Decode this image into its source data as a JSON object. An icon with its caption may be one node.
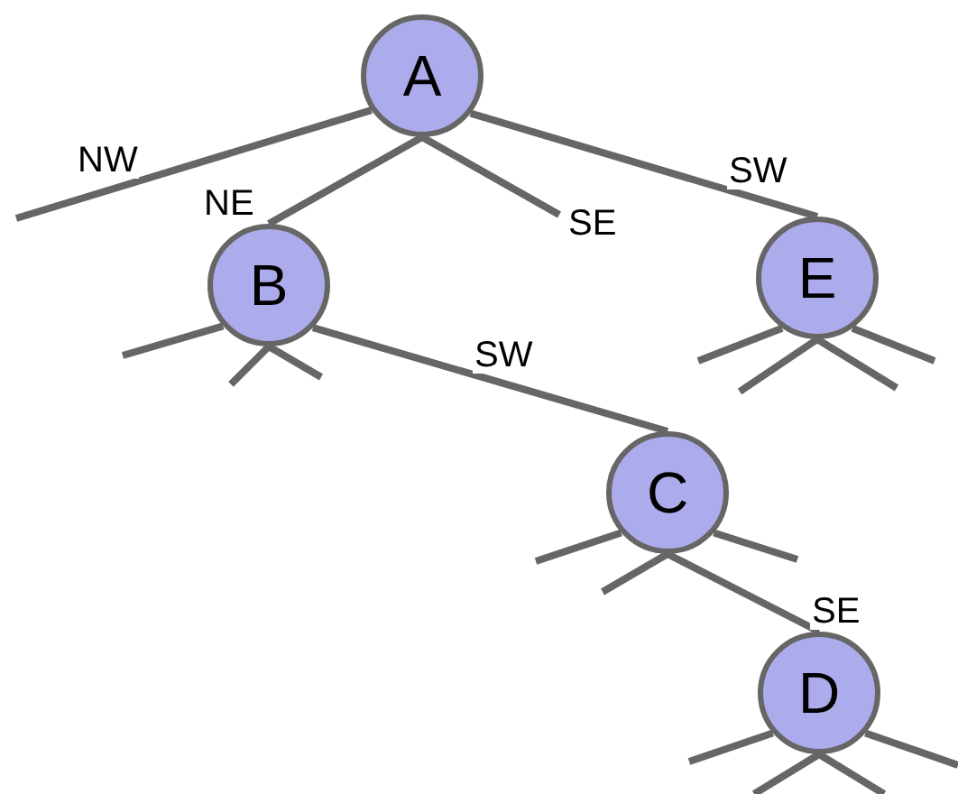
{
  "diagram": {
    "nodes": [
      {
        "text": [
          "A"
        ]
      },
      {
        "text": [
          "B"
        ]
      },
      {
        "text": [
          "E"
        ]
      },
      {
        "text": [
          "C"
        ]
      },
      {
        "text": [
          "D"
        ]
      }
    ],
    "edges": [
      {
        "from": 0,
        "to": null,
        "arrow": "none",
        "label": "NW"
      },
      {
        "from": 0,
        "to": 1,
        "arrow": "none",
        "label": "NE"
      },
      {
        "from": 0,
        "to": null,
        "arrow": "none",
        "label": "SE"
      },
      {
        "from": 0,
        "to": 2,
        "arrow": "none",
        "label": "SW"
      },
      {
        "from": 1,
        "to": null,
        "arrow": "none"
      },
      {
        "from": 1,
        "to": null,
        "arrow": "none"
      },
      {
        "from": 1,
        "to": null,
        "arrow": "none"
      },
      {
        "from": 1,
        "to": 3,
        "arrow": "none",
        "label": "SW"
      },
      {
        "from": 2,
        "to": null,
        "arrow": "none"
      },
      {
        "from": 2,
        "to": null,
        "arrow": "none"
      },
      {
        "from": 2,
        "to": null,
        "arrow": "none"
      },
      {
        "from": 2,
        "to": null,
        "arrow": "none"
      },
      {
        "from": 3,
        "to": null,
        "arrow": "none"
      },
      {
        "from": 3,
        "to": null,
        "arrow": "none"
      },
      {
        "from": 3,
        "to": null,
        "arrow": "none"
      },
      {
        "from": 3,
        "to": 4,
        "arrow": "none",
        "label": "SE"
      },
      {
        "from": 4,
        "to": null,
        "arrow": "none"
      },
      {
        "from": 4,
        "to": null,
        "arrow": "none"
      },
      {
        "from": 4,
        "to": null,
        "arrow": "none"
      },
      {
        "from": 4,
        "to": null,
        "arrow": "none"
      }
    ]
  }
}
